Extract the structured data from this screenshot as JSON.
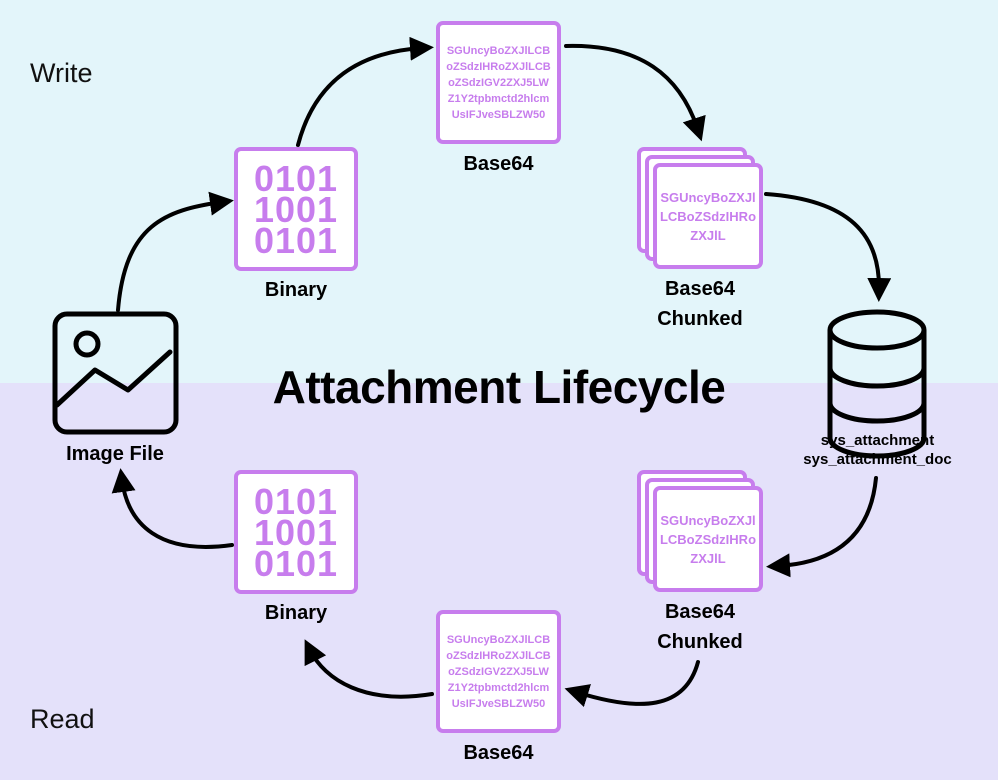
{
  "title": "Attachment Lifecycle",
  "sections": {
    "write": "Write",
    "read": "Read"
  },
  "image_file": {
    "label": "Image File"
  },
  "write": {
    "binary": {
      "label": "Binary",
      "lines": [
        "0101",
        "1001",
        "0101"
      ]
    },
    "base64": {
      "label": "Base64",
      "lines": [
        "SGUncyBoZXJlLCB",
        "oZSdzIHRoZXJlLCB",
        "oZSdzIGV2ZXJ5LW",
        "Z1Y2tpbmctd2hlcm",
        "UsIFJveSBLZW50"
      ]
    },
    "chunked": {
      "label_1": "Base64",
      "label_2": "Chunked",
      "lines": [
        "SGUncyBoZXJl",
        "LCBoZSdzIHRo",
        "ZXJlL"
      ]
    }
  },
  "database": {
    "table_1": "sys_attachment",
    "table_2": "sys_attachment_doc"
  },
  "read": {
    "chunked": {
      "label_1": "Base64",
      "label_2": "Chunked",
      "lines": [
        "SGUncyBoZXJl",
        "LCBoZSdzIHRo",
        "ZXJlL"
      ]
    },
    "base64": {
      "label": "Base64",
      "lines": [
        "SGUncyBoZXJlLCB",
        "oZSdzIHRoZXJlLCB",
        "oZSdzIGV2ZXJ5LW",
        "Z1Y2tpbmctd2hlcm",
        "UsIFJveSBLZW50"
      ]
    },
    "binary": {
      "label": "Binary",
      "lines": [
        "0101",
        "1001",
        "0101"
      ]
    }
  },
  "colors": {
    "accent": "#c77ded",
    "write_bg": "#e3f5fa",
    "read_bg": "#e4e1fa"
  }
}
